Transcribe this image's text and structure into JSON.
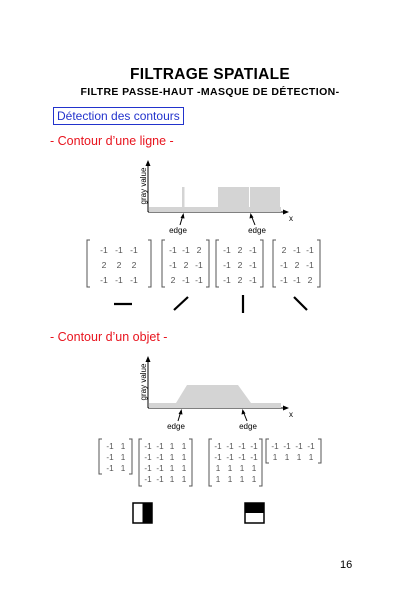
{
  "title": "FILTRAGE SPATIALE",
  "subtitle": "FILTRE PASSE-HAUT -MASQUE DE DÉTECTION-",
  "boxed_heading": "Détection des contours",
  "section1": {
    "heading": "- Contour d’une ligne -",
    "ylabel": "gray value",
    "xlabel": "x",
    "edge_labels": [
      "edge",
      "edge"
    ],
    "masks": [
      [
        [
          "-1",
          "-1",
          "-1"
        ],
        [
          "2",
          "2",
          "2"
        ],
        [
          "-1",
          "-1",
          "-1"
        ]
      ],
      [
        [
          "-1",
          "-1",
          "2"
        ],
        [
          "-1",
          "2",
          "-1"
        ],
        [
          "2",
          "-1",
          "-1"
        ]
      ],
      [
        [
          "-1",
          "2",
          "-1"
        ],
        [
          "-1",
          "2",
          "-1"
        ],
        [
          "-1",
          "2",
          "-1"
        ]
      ],
      [
        [
          "2",
          "-1",
          "-1"
        ],
        [
          "-1",
          "2",
          "-1"
        ],
        [
          "-1",
          "-1",
          "2"
        ]
      ]
    ]
  },
  "section2": {
    "heading": "- Contour d’un objet -",
    "ylabel": "gray value",
    "xlabel": "x",
    "edge_labels": [
      "edge",
      "edge"
    ],
    "masks": [
      [
        [
          "-1",
          "1"
        ],
        [
          "-1",
          "1"
        ],
        [
          "-1",
          "1"
        ]
      ],
      [
        [
          "-1",
          "-1",
          "1",
          "1"
        ],
        [
          "-1",
          "-1",
          "1",
          "1"
        ],
        [
          "-1",
          "-1",
          "1",
          "1"
        ],
        [
          "-1",
          "-1",
          "1",
          "1"
        ]
      ],
      [
        [
          "-1",
          "-1",
          "-1",
          "-1"
        ],
        [
          "-1",
          "-1",
          "-1",
          "-1"
        ],
        [
          "1",
          "1",
          "1",
          "1"
        ],
        [
          "1",
          "1",
          "1",
          "1"
        ]
      ],
      [
        [
          "-1",
          "-1",
          "-1",
          "-1"
        ],
        [
          "1",
          "1",
          "1",
          "1"
        ]
      ]
    ]
  },
  "page_number": "16"
}
